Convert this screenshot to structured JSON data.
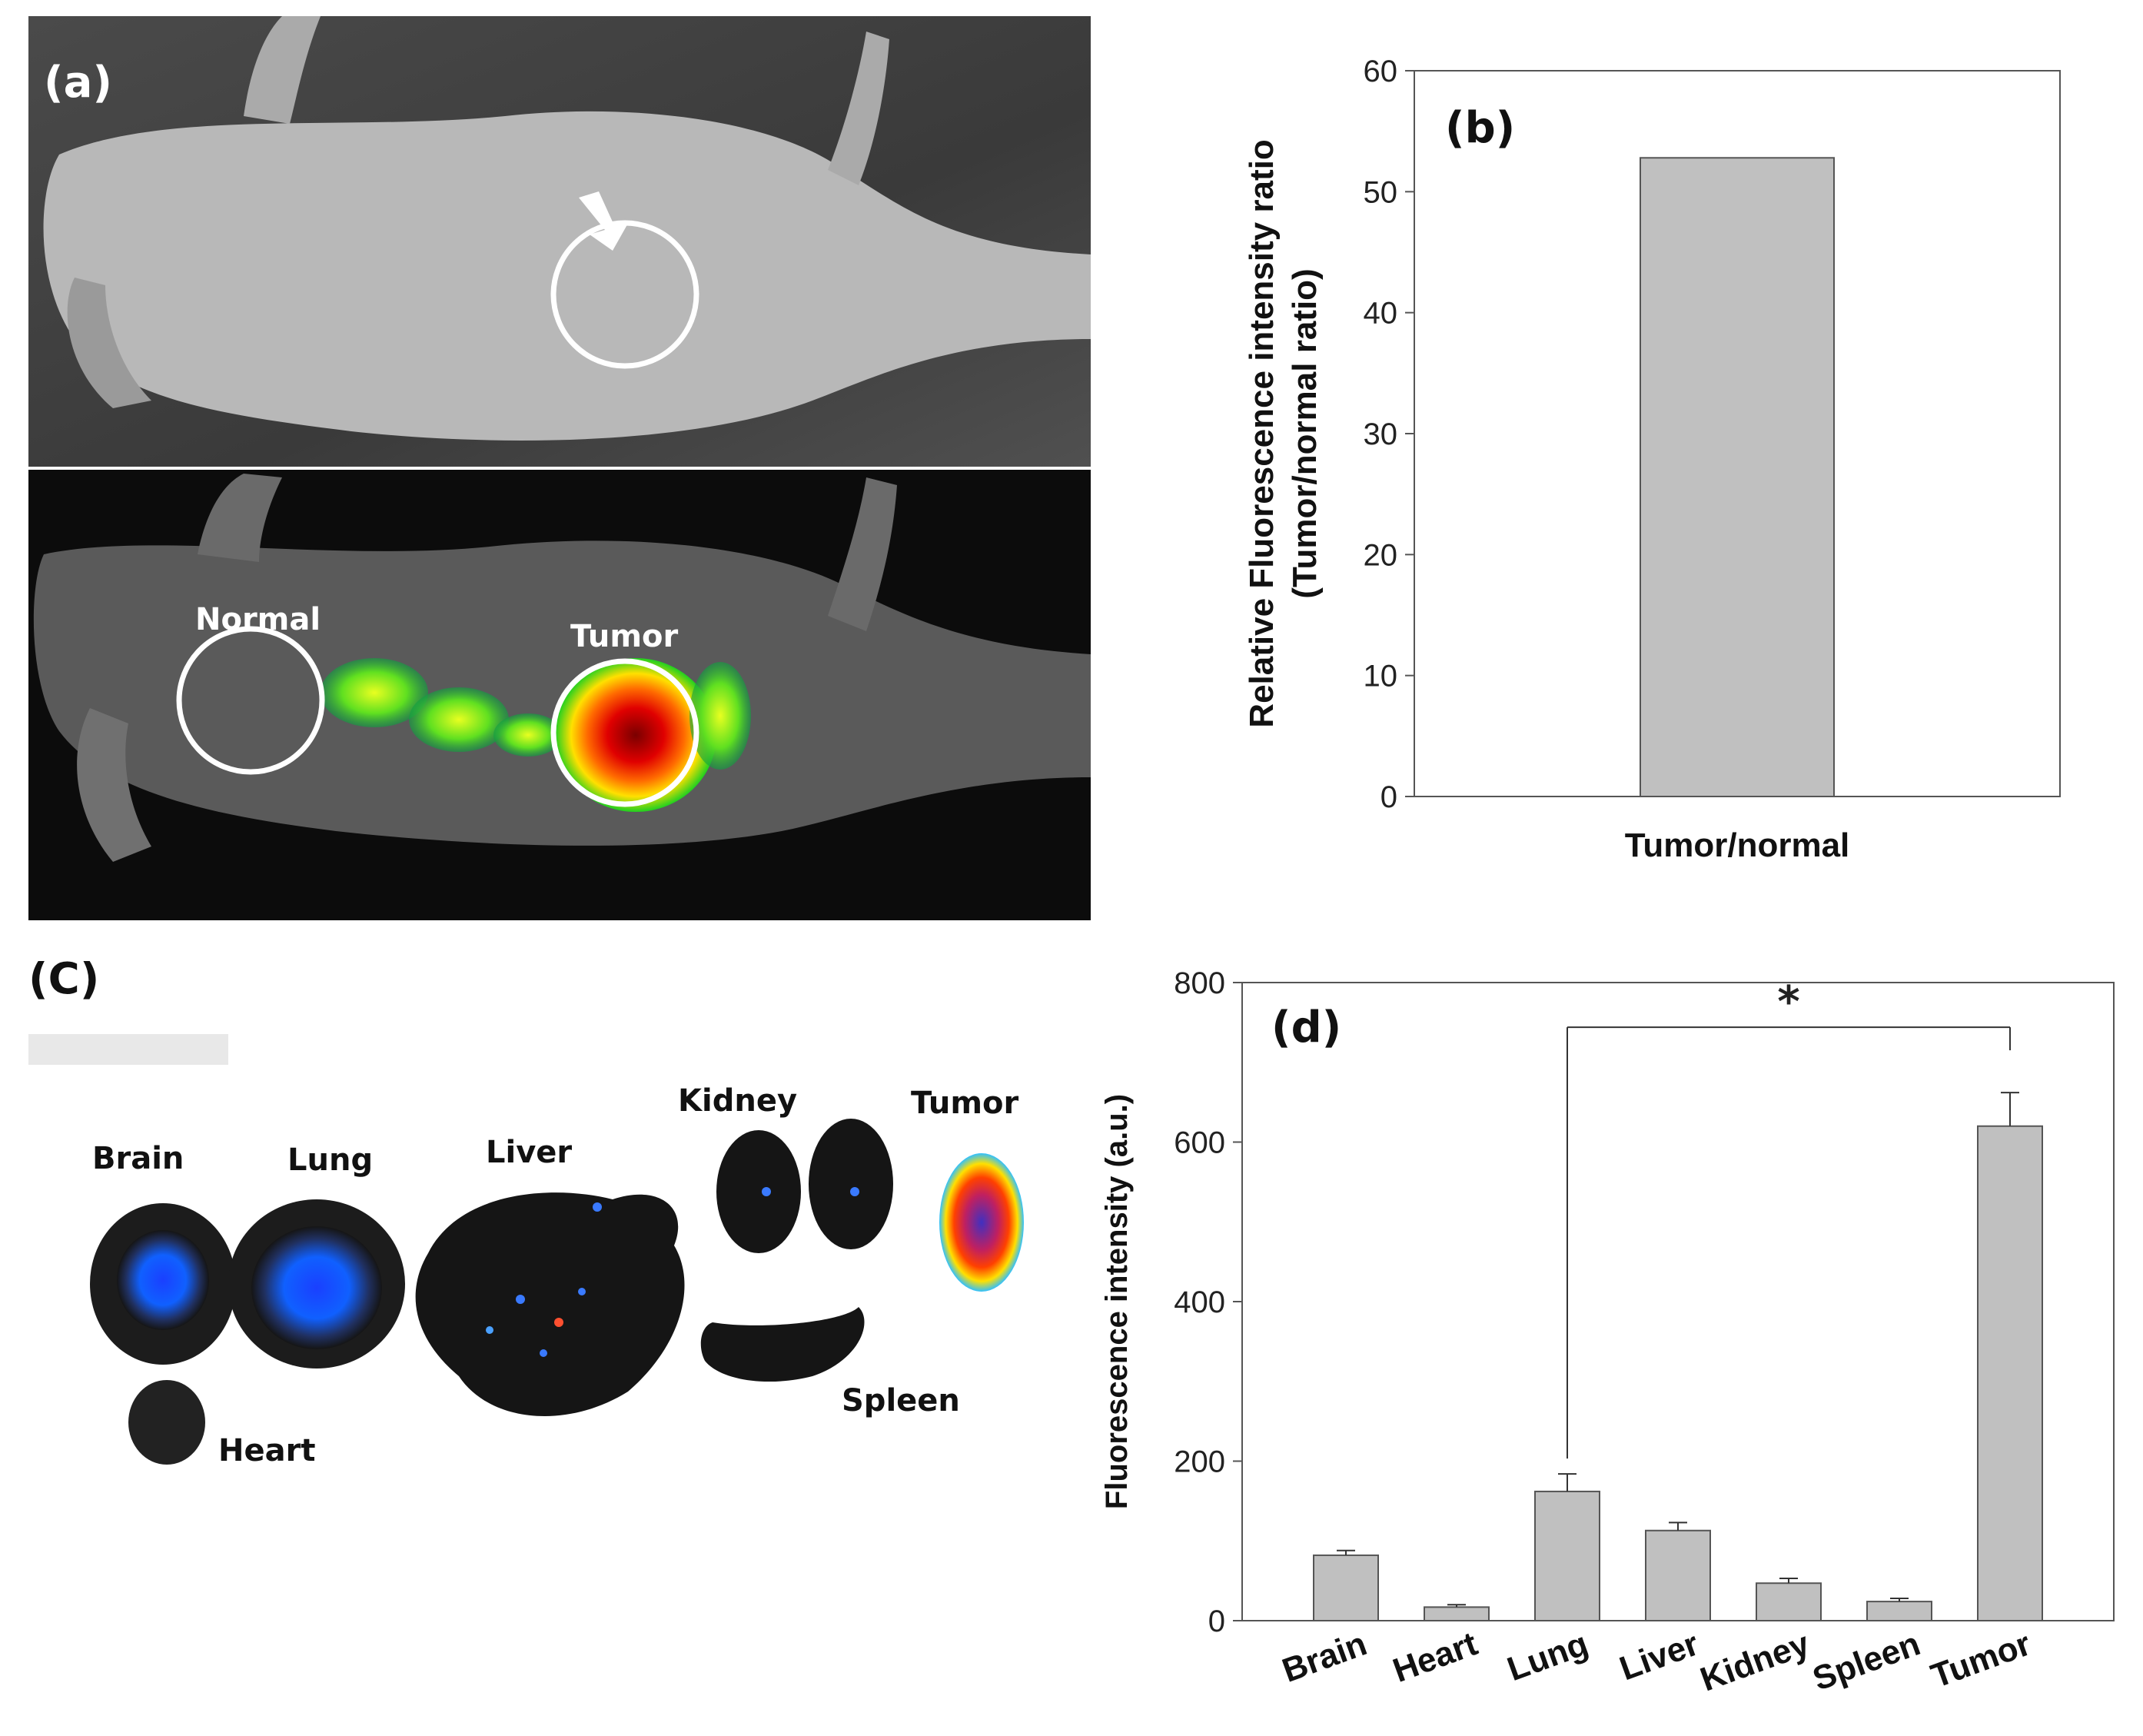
{
  "panel_a": {
    "label": "(a)",
    "normal_label": "Normal",
    "tumor_label": "Tumor"
  },
  "panel_c": {
    "label": "(C)",
    "organs": [
      "Brain",
      "Lung",
      "Liver",
      "Kidney",
      "Tumor",
      "Heart",
      "Spleen"
    ]
  },
  "chart_data": [
    {
      "type": "bar",
      "panel_label": "(b)",
      "categories": [
        "Tumor/normal"
      ],
      "values": [
        52.8
      ],
      "ylabel": "Relative Fluorescence intensity ratio",
      "ylabel_line2": "(Tumor/normal ratio)",
      "ylim": [
        0,
        60
      ],
      "yticks": [
        0,
        10,
        20,
        30,
        40,
        50,
        60
      ],
      "bar_color": "#c0c0c0",
      "grid": false
    },
    {
      "type": "bar",
      "panel_label": "(d)",
      "categories": [
        "Brain",
        "Heart",
        "Lung",
        "Liver",
        "Kidney",
        "Spleen",
        "Tumor"
      ],
      "values": [
        82,
        17,
        162,
        113,
        47,
        24,
        620
      ],
      "errors": [
        6,
        3,
        22,
        10,
        6,
        4,
        42
      ],
      "ylabel": "Fluorescence intensity (a.u.)",
      "ylim": [
        0,
        800
      ],
      "yticks": [
        0,
        200,
        400,
        600,
        800
      ],
      "significance": {
        "from": "Lung",
        "to": "Tumor",
        "marker": "*"
      },
      "bar_color": "#c0c0c0",
      "grid": false
    }
  ]
}
